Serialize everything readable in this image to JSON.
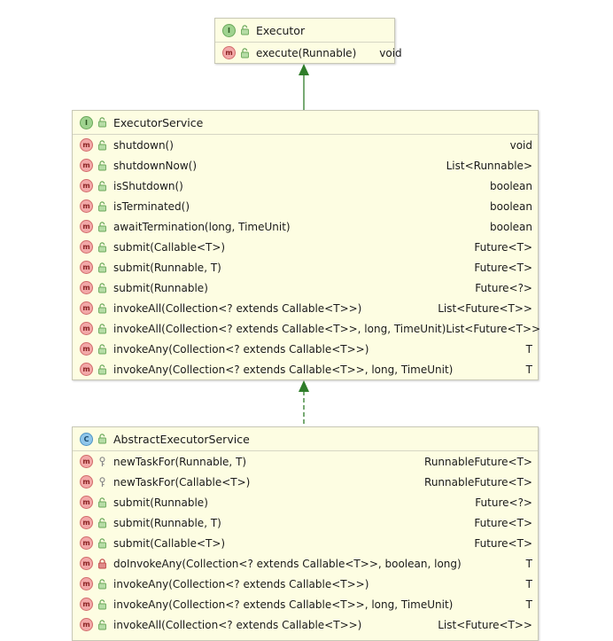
{
  "executor": {
    "name": "Executor",
    "methods": [
      {
        "name": "execute(Runnable)",
        "ret": "void"
      }
    ]
  },
  "executor_service": {
    "name": "ExecutorService",
    "methods": [
      {
        "name": "shutdown()",
        "ret": "void"
      },
      {
        "name": "shutdownNow()",
        "ret": "List<Runnable>"
      },
      {
        "name": "isShutdown()",
        "ret": "boolean"
      },
      {
        "name": "isTerminated()",
        "ret": "boolean"
      },
      {
        "name": "awaitTermination(long, TimeUnit)",
        "ret": "boolean"
      },
      {
        "name": "submit(Callable<T>)",
        "ret": "Future<T>"
      },
      {
        "name": "submit(Runnable, T)",
        "ret": "Future<T>"
      },
      {
        "name": "submit(Runnable)",
        "ret": "Future<?>"
      },
      {
        "name": "invokeAll(Collection<? extends Callable<T>>)",
        "ret": "List<Future<T>>"
      },
      {
        "name": "invokeAll(Collection<? extends Callable<T>>, long, TimeUnit)",
        "ret": "List<Future<T>>"
      },
      {
        "name": "invokeAny(Collection<? extends Callable<T>>)",
        "ret": "T"
      },
      {
        "name": "invokeAny(Collection<? extends Callable<T>>, long, TimeUnit)",
        "ret": "T"
      }
    ]
  },
  "abstract_executor_service": {
    "name": "AbstractExecutorService",
    "methods": [
      {
        "name": "newTaskFor(Runnable, T)",
        "ret": "RunnableFuture<T>"
      },
      {
        "name": "newTaskFor(Callable<T>)",
        "ret": "RunnableFuture<T>"
      },
      {
        "name": "submit(Runnable)",
        "ret": "Future<?>"
      },
      {
        "name": "submit(Runnable, T)",
        "ret": "Future<T>"
      },
      {
        "name": "submit(Callable<T>)",
        "ret": "Future<T>"
      },
      {
        "name": "doInvokeAny(Collection<? extends Callable<T>>, boolean, long)",
        "ret": "T"
      },
      {
        "name": "invokeAny(Collection<? extends Callable<T>>)",
        "ret": "T"
      },
      {
        "name": "invokeAny(Collection<? extends Callable<T>>, long, TimeUnit)",
        "ret": "T"
      },
      {
        "name": "invokeAll(Collection<? extends Callable<T>>)",
        "ret": "List<Future<T>>"
      }
    ]
  },
  "badges": {
    "interface": "I",
    "class": "C",
    "method": "m"
  },
  "colors": {
    "arrow": "#2f7d2a",
    "box_bg": "#fdfde2",
    "interface_badge": "#9fd38f",
    "class_badge": "#8fc6ea",
    "method_badge": "#f2a8a8"
  }
}
